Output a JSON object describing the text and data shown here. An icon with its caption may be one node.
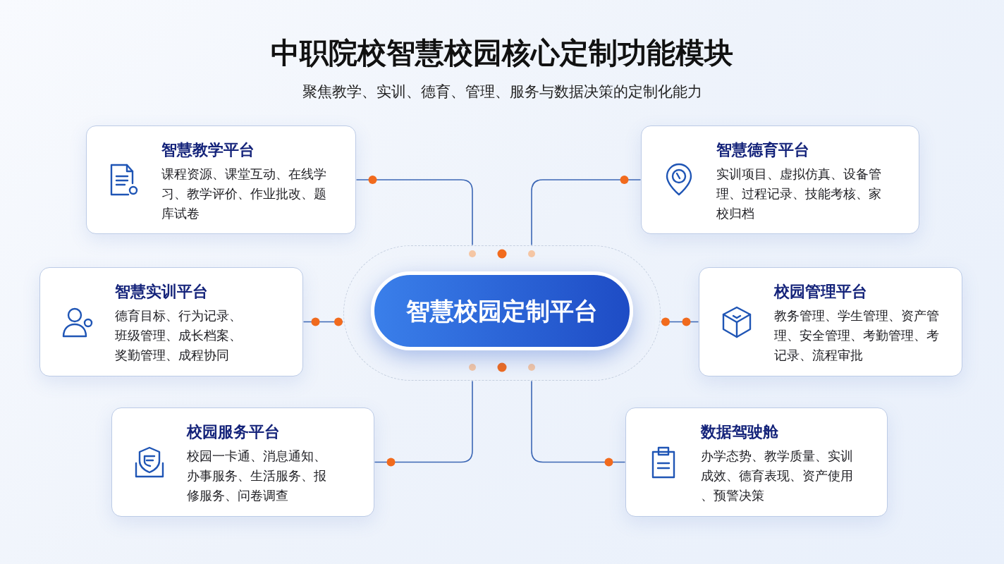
{
  "diagram": {
    "title": "中职院校智慧校园核心定制功能模块",
    "nodes": [
      {
        "text": [
          "智慧教学平台",
          "课程资源、课堂互动、在线学习、教学评价、作业批改、题库试卷"
        ]
      },
      {
        "text": [
          "智慧德育平台",
          "实训项目、虚拟仿真、设备管理、过程记录、技能考核、家校归档"
        ]
      },
      {
        "text": [
          "智慧实训平台",
          "德育目标、行为记录、班级管理、成长档案、奖勤管理、成程协同"
        ]
      },
      {
        "text": [],
        "shape": "ellipse"
      },
      {
        "text": [
          "智慧校园定制平台"
        ],
        "in": 3
      },
      {
        "text": [
          "校园管理平台",
          "教务管理、学生管理、资产管理、安全管理、考勤管理、考记录、流程审批"
        ]
      },
      {
        "text": [
          "校园服务平台",
          "校园一卡通、消息通知、办事服务、生活服务、报修服务、问卷调查"
        ]
      },
      {
        "text": [
          "数据驾驶舱",
          "办学态势、教学质量、实训成效、德育表现、资产使用、预警决策"
        ]
      }
    ],
    "edges": [
      {
        "from": 3,
        "to": 0,
        "arrow": "none"
      },
      {
        "from": 3,
        "to": 1,
        "arrow": "none"
      },
      {
        "from": 3,
        "to": 2,
        "arrow": "none"
      },
      {
        "from": 3,
        "to": 5,
        "arrow": "none"
      },
      {
        "from": 3,
        "to": 6,
        "arrow": "none"
      },
      {
        "from": 3,
        "to": 7,
        "arrow": "none"
      }
    ],
    "labels": [
      "聚焦教学、实训、德育、管理、服务与数据决策的定制化能力"
    ]
  }
}
